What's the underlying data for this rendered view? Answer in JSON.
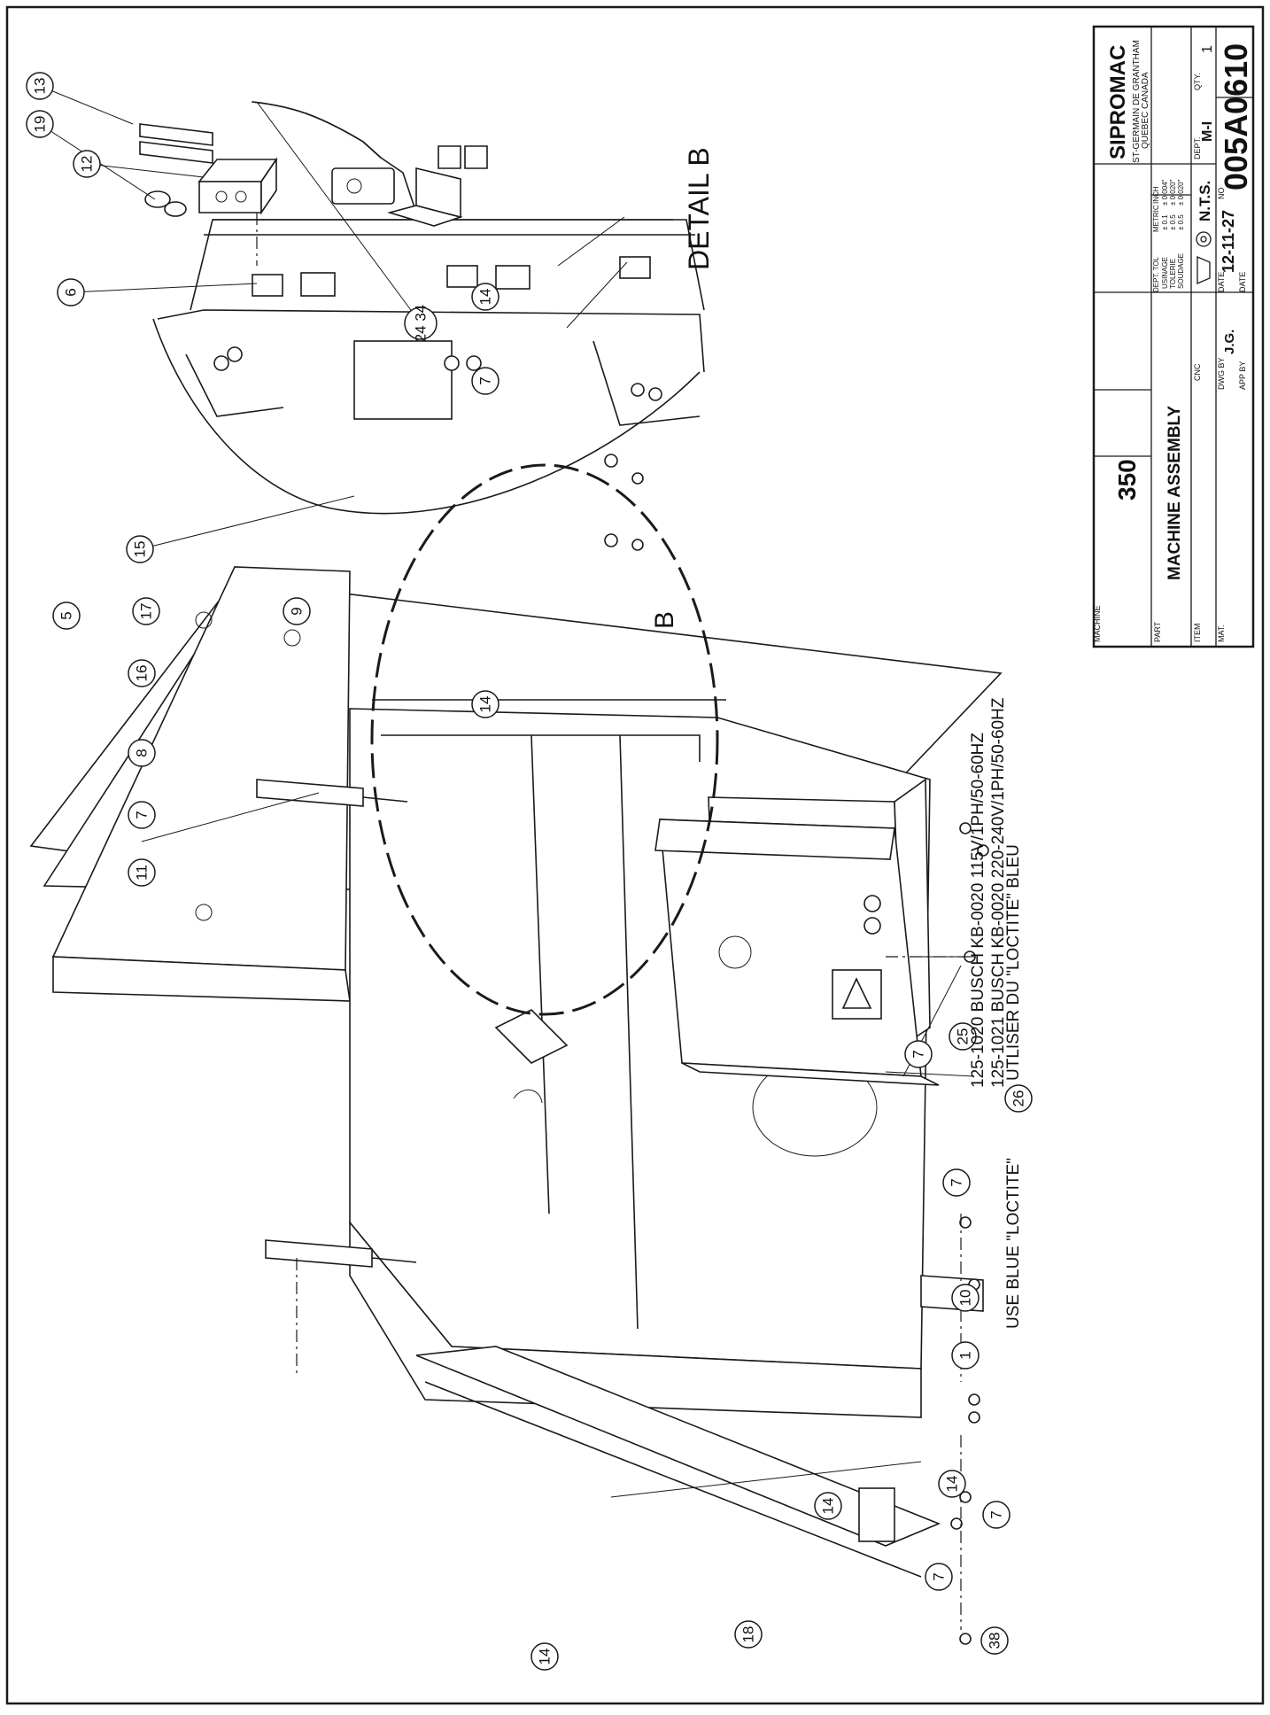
{
  "detail_label": "DETAIL B",
  "detail_ref": "B",
  "notes": {
    "loctite_en": "USE BLUE \"LOCTITE\"",
    "loctite_ref": "26",
    "loctite_fr": "UTLISER DU \"LOCTITE\" BLEU",
    "pump_line_1": "125-1020 BUSCH KB-0020 115V/1PH/50-60HZ",
    "pump_line_2": "125-1021 BUSCH KB-0020 220-240V/1PH/50-60HZ"
  },
  "balloons": [
    {
      "id": "b13",
      "label": "13"
    },
    {
      "id": "b19",
      "label": "19"
    },
    {
      "id": "b12",
      "label": "12"
    },
    {
      "id": "b6",
      "label": "6"
    },
    {
      "id": "b15",
      "label": "15"
    },
    {
      "id": "b17",
      "label": "17"
    },
    {
      "id": "b16",
      "label": "16"
    },
    {
      "id": "b8",
      "label": "8"
    },
    {
      "id": "b7a",
      "label": "7"
    },
    {
      "id": "b11",
      "label": "11"
    },
    {
      "id": "b14a",
      "label": "14"
    },
    {
      "id": "b7b",
      "label": "7"
    },
    {
      "id": "b14b",
      "label": "14"
    },
    {
      "id": "b5",
      "label": "5"
    },
    {
      "id": "b9",
      "label": "9"
    },
    {
      "id": "b2434",
      "label": "24 34"
    },
    {
      "id": "b7c",
      "label": "7"
    },
    {
      "id": "b25",
      "label": "25"
    },
    {
      "id": "b7d",
      "label": "7"
    },
    {
      "id": "b10",
      "label": "10"
    },
    {
      "id": "b1",
      "label": "1"
    },
    {
      "id": "b14c",
      "label": "14"
    },
    {
      "id": "b7e",
      "label": "7"
    },
    {
      "id": "b7f",
      "label": "7"
    },
    {
      "id": "b38",
      "label": "38"
    },
    {
      "id": "b14d",
      "label": "14"
    },
    {
      "id": "b18",
      "label": "18"
    },
    {
      "id": "b14e",
      "label": "14"
    }
  ],
  "title_block": {
    "company": "SIPROMAC",
    "address_1": "ST-GERMAIN DE GRANTHAM",
    "address_2": "QUEBEC CANADA",
    "machine_label": "MACHINE",
    "machine": "350",
    "part_label": "PART",
    "part": "MACHINE ASSEMBLY",
    "item_label": "ITEM",
    "mat_label": "MAT.",
    "cnc_label": "CNC",
    "dwg_by_label": "DWG BY",
    "dwg_by": "J.G.",
    "app_by_label": "APP BY",
    "date_label": "DATE",
    "date": "12-11-27",
    "date2_label": "DATE",
    "tol_header": "DEPT. TOL",
    "metric_header": "METRIC",
    "inch_header": "INCH",
    "tol_rows": [
      {
        "dept": "USINAGE",
        "metric": "± 0.1",
        "inch": "± 0.004\""
      },
      {
        "dept": "TOLERIE",
        "metric": "± 0.5",
        "inch": "± 0.020\""
      },
      {
        "dept": "SOUDAGE",
        "metric": "± 0.5",
        "inch": "± 0.020\""
      }
    ],
    "scale": "N.T.S.",
    "dept_label": "DEPT.",
    "dept": "M-I",
    "qty_label": "QTY.",
    "qty": "1",
    "no_label": "NO",
    "drawing_no": "005A0610"
  }
}
